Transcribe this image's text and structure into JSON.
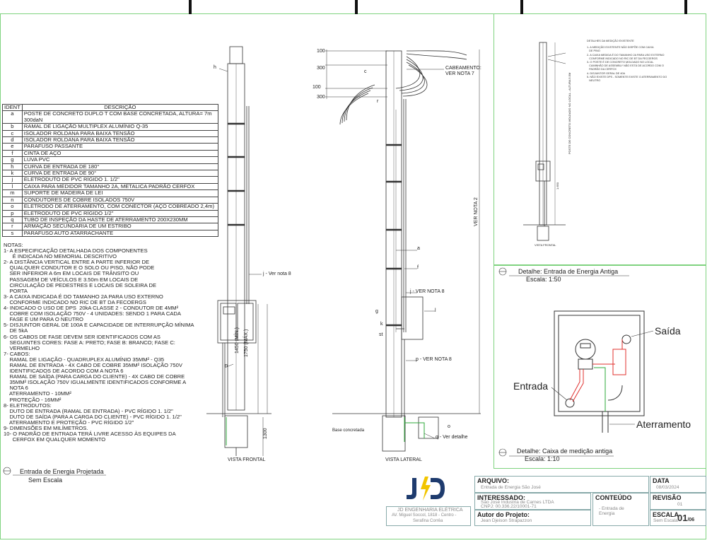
{
  "legend": {
    "header": [
      "IDENT",
      "DESCRIÇÃO"
    ],
    "rows": [
      [
        "a",
        "POSTE DE CONCRETO DUPLO T COM BASE CONCRETADA, ALTURA= 7m 300daN"
      ],
      [
        "b",
        "RAMAL DE LIGAÇÃO MULTIPLEX ALUMÍNIO Q-35"
      ],
      [
        "c",
        "ISOLADOR ROLDANA PARA BAIXA TENSÃO"
      ],
      [
        "d",
        "ISOLADOR ROLDANA PARA BAIXA TENSÃO"
      ],
      [
        "e",
        "PARAFUSO PASSANTE"
      ],
      [
        "f",
        "CINTA DE AÇO"
      ],
      [
        "g",
        "LUVA PVC"
      ],
      [
        "h",
        "CURVA DE ENTRADA DE 180°"
      ],
      [
        "k",
        "CURVA DE ENTRADA DE 90°"
      ],
      [
        "j",
        "ELETRODUTO  DE PVC RÍGIDO 1. 1/2\""
      ],
      [
        "l",
        "CAIXA PARA MEDIDOR TAMANHO 2A, METALICA PADRÃO CERFOX"
      ],
      [
        "m",
        "SUPORTE DE MADEIRA DE LEI"
      ],
      [
        "n",
        "CONDUTORES DE COBRE ISOLADOS 750V"
      ],
      [
        "o",
        "ELETRODO DE ATERRAMENTO, COM CONECTOR (AÇO COBREADO 2,4m)"
      ],
      [
        "p",
        "ELETRODUTO DE PVC RÍGIDO 1/2\""
      ],
      [
        "q",
        "TUBO DE INSPEÇÃO DA HASTE DE ATERRAMENTO 200X230MM"
      ],
      [
        "r",
        "ARMAÇÃO SECUNDÁRIA DE UM ESTRIBO"
      ],
      [
        "s",
        "PARAFUSO AUTO ATARRACHANTE"
      ]
    ]
  },
  "notes": {
    "title": "NOTAS:",
    "lines": [
      "1- A ESPECIFICAÇÃO DETALHADA DOS COMPONENTES",
      "      É INDICADA NO MEMORIAL DESCRITIVO",
      "2- A DISTÂNCIA VERTICAL ENTRE A PARTE INFERIOR DE",
      "    QUALQUER CONDUTOR E O SOLO OU PISO, NÃO PODE",
      "    SER INFERIOR A 6m EM LOCAIS DE TRÂNSITO OU",
      "    PASSAGEM DE VEÍCULOS E 3.50m EM LOCAIS DE",
      "    CIRCULAÇÃO DE PEDESTRES E LOCAIS DE SOLEIRA DE",
      "    PORTA",
      "3- A CAIXA INDICADA É DO TAMANHO 2A PARA USO EXTERNO",
      "    CONFORME INDICADO NO RIC DE BT DA FECOERGS",
      "4- INDICADO O USO DE DPS  20kA CLASSE 2 - CONDUTOR DE 4MM²",
      "    COBRE COM ISOLAÇÃO 750V - 4 UNIDADES: SENDO 1 PARA CADA",
      "    FASE E UM PARA O NEUTRO",
      "5- DISJUNTOR GERAL DE 100A E CAPACIDADE DE INTERRUPÇÃO MÍNIMA",
      "    DE 5kA",
      "6- OS CABOS DE FASE DEVEM SER IDENTIFICADOS COM AS",
      "    SEGUINTES CORES: FASE A: PRETO; FASE B: BRANCO; FASE C:",
      "    VERMELHO",
      "7- CABOS:",
      "    RAMAL DE LIGAÇÃO - QUADRUPLEX ALUMÍNIO 35MM² - Q35",
      "    RAMAL DE ENTRADA - 4X CABO DE COBRE 35MM² ISOLAÇÃO 750V",
      "    IDENTIFICADOS DE ACORDO COM A NOTA 6",
      "    RAMAL DE SAÍDA (PARA CARGA DO CLIENTE) - 4X CABO DE COBRE",
      "    35MM² ISOLAÇÃO 750V IGUALMENTE IDENTIFICADOS CONFORME A",
      "    NOTA 6",
      "    ATERRAMENTO - 10MM²",
      "    PROTEÇÃO - 16MM²",
      "8- ELETRODUTOS:",
      "    DUTO DE ENTRADA (RAMAL DE ENTRADA) - PVC RÍGIDO 1. 1/2\"",
      "    DUTO DE SAÍDA (PARA A CARGA DO CLIENTE) - PVC RÍGIDO 1. 1/2\"",
      "    ATERRAMENTO E PROTEÇÃO - PVC RÍGIDO 1/2\"",
      "9- DIMENSÕES EM MILÍMETROS.",
      "10- O PADRÃO DE ENTRADA TERÁ LIVRE ACESSO ÀS EQUIPES DA",
      "      CERFOX EM QUALQUER MOMENTO"
    ]
  },
  "views": {
    "front_title": "VISTA FRONTAL",
    "lateral_title": "VISTA LATERAL",
    "front_labels": {
      "h": "h",
      "j": "j - Ver nota 8",
      "n": "n",
      "dim1": "1450 (MÍN.)",
      "dim2": "1750 (MÁX.)",
      "dim3": "1300"
    },
    "lateral_labels": {
      "cab": "CABEAMENTO:",
      "cab2": "VER NOTA 7",
      "nota2": "VER NOTA 2",
      "a": "a",
      "f": "f",
      "j": "j - VER NOTA 8",
      "g": "g",
      "k": "k",
      "l": "l",
      "st": "st",
      "p": "p - VER NOTA 8",
      "o": "o",
      "q": "q - Ver detalhe",
      "base": "Base concretada",
      "d100a": "100",
      "d300a": "300",
      "d100b": "100",
      "d300b": "300",
      "c": "c",
      "r": "r"
    }
  },
  "section_titles": {
    "projetada": "Entrada de Energia Projetada",
    "projetada_scale": "Sem Escala",
    "antiga": "Detalhe: Entrada de Energia Antiga",
    "antiga_scale": "Escala: 1:50",
    "caixa": "Detalhe: Caixa de medição antiga",
    "caixa_scale": "Escala: 1:10"
  },
  "old_notes": {
    "title": "DETALHES DA MEDIÇÃO EXISTENTE",
    "lines": [
      "1- A MEDIÇÃO EXISTENTE NÃO DISPÕE COM CAIXA",
      "   DE PINO",
      "2- A CAIXA MEDIDA É DO TAMANHO 2A PARA USO EXTERNO",
      "   CONFORME INDICADO NO RIC DE BT DA FECOERGS",
      "3- O POSTE É DE CONCRETO MOLDADO NO LOCAL",
      "   CAMINHÃO DE ASSEMBLY NÃO ESTÁ DE ACORDO COM O",
      "   PADRÃO DA CERFOX",
      "4- DISJUNTOR GERAL DE 40A",
      "5- NÃO EXISTE DPS - SOMENTE EXISTE O ATERRAMENTO DO",
      "   NEUTRO"
    ],
    "pole_caption": "POSTE DE CONCRETO MOLDADO NO LOCAL - ALTURA 5.5M",
    "front": "VISTA FRONTAL",
    "dim": "1.650"
  },
  "box_detail": {
    "saida": "Saída",
    "entrada": "Entrada",
    "aterramento": "Aterramento"
  },
  "titleblock": {
    "company": "JD ENGENHARIA ELÉTRICA",
    "address1": "AV. Miguel Soccol, 1818 - Centro -",
    "address2": "Serafina Corrêa",
    "logo_sub": "ENGENHARIA ELÉTRICA",
    "arquivo_h": "ARQUIVO:",
    "arquivo_v": "Entrada de Energia São José",
    "data_h": "DATA",
    "data_v": "08/03/2024",
    "interessado_h": "INTERESSADO:",
    "interessado_v1": "São José Industria de Carnes LTDA",
    "interessado_v2": "CNPJ: 00.336.22/10001-71",
    "conteudo_h": "CONTEÚDO",
    "conteudo_v1": "- Entrada de",
    "conteudo_v2": "Energia",
    "revisao_h": "REVISÃO",
    "revisao_v": "01",
    "autor_h": "Autor do Projeto:",
    "autor_v": "Jean Djeison Strapazzon",
    "escala_h": "ESCALA",
    "escala_v": "Sem Escala",
    "sheet": "01",
    "sheet_total": "/06"
  },
  "colors": {
    "frame": "#7fd37f",
    "accent_red": "#e0302e",
    "accent_green": "#2eaa3a",
    "logo_blue": "#1e3b6e",
    "logo_yellow": "#f2c500"
  }
}
